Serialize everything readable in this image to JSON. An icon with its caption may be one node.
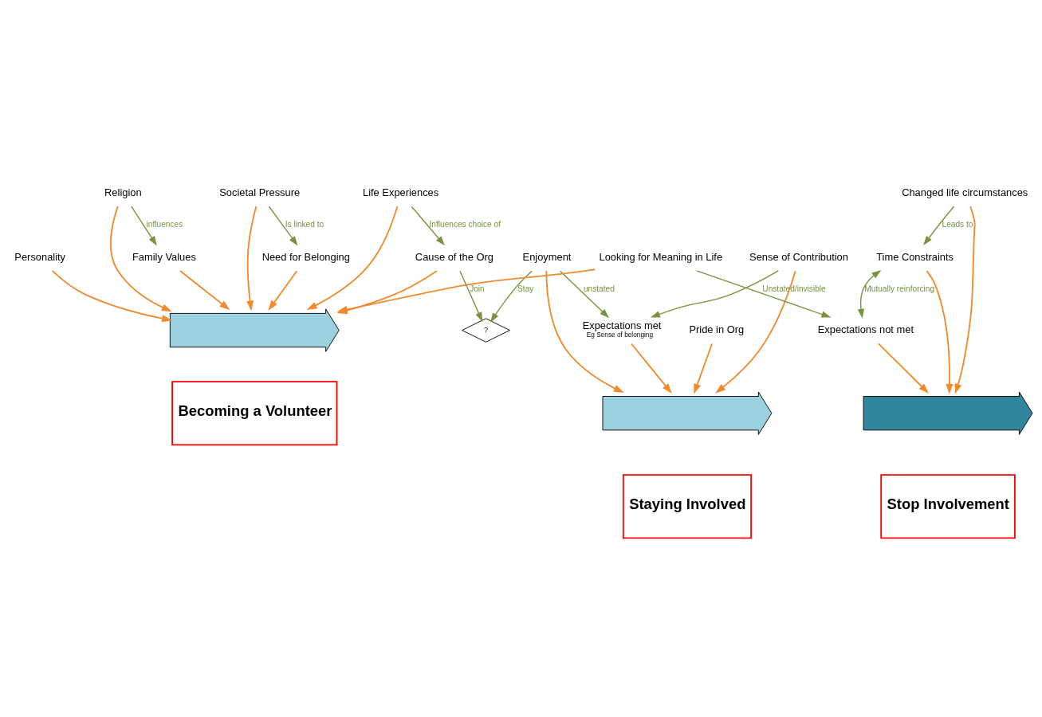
{
  "diagram": {
    "nodes": [
      {
        "text": [
          "Personality"
        ]
      },
      {
        "text": [
          "Societal Pressure"
        ]
      },
      {
        "text": [
          "Life Experiences"
        ]
      },
      {
        "text": [
          "Cause of the Org"
        ]
      },
      {
        "text": [
          "?"
        ]
      },
      {
        "text": [
          "Enjoyment"
        ]
      },
      {
        "text": [
          "Sense of Contribution"
        ]
      },
      {
        "text": [],
        "shape": "arrow"
      },
      {
        "text": [
          "Becoming a Volunteer"
        ]
      },
      {
        "text": [],
        "shape": "arrow"
      },
      {
        "text": [
          "Staying Involved"
        ]
      },
      {
        "text": [
          "Need for Belonging"
        ]
      },
      {
        "text": [
          "Pride in Org"
        ]
      },
      {
        "text": [
          "Expectations met"
        ],
        "beside": [
          "Eg Sense of belonging"
        ]
      },
      {
        "text": [
          "Looking for Meaning in Life"
        ]
      },
      {
        "text": [
          "Religion"
        ]
      },
      {
        "text": [
          "Family Values"
        ]
      },
      {
        "text": [],
        "shape": "arrow"
      },
      {
        "text": [
          "Time Constraints"
        ]
      },
      {
        "text": [
          "Expectations not met"
        ]
      },
      {
        "text": [
          "Changed life circumstances"
        ]
      },
      {
        "text": [
          "Stop Involvement"
        ]
      }
    ],
    "edges": [
      {
        "from": 0,
        "to": 7,
        "arrow": "to"
      },
      {
        "from": 1,
        "to": 7,
        "arrow": "to"
      },
      {
        "from": 2,
        "to": 7,
        "arrow": "to"
      },
      {
        "from": 3,
        "to": 7,
        "arrow": "to"
      },
      {
        "from": 11,
        "to": 7,
        "arrow": "to"
      },
      {
        "from": 16,
        "to": 7,
        "arrow": "to"
      },
      {
        "from": 15,
        "to": 7,
        "arrow": "to"
      },
      {
        "from": 14,
        "to": 7,
        "arrow": "to"
      },
      {
        "from": 5,
        "to": 9,
        "arrow": "to"
      },
      {
        "from": 6,
        "to": 9,
        "arrow": "to"
      },
      {
        "from": 12,
        "to": 9,
        "arrow": "to"
      },
      {
        "from": 13,
        "to": 9,
        "arrow": "to"
      },
      {
        "from": 18,
        "to": 17,
        "arrow": "to"
      },
      {
        "from": 19,
        "to": 17,
        "arrow": "to"
      },
      {
        "from": 20,
        "to": 17,
        "arrow": "to"
      },
      {
        "from": 1,
        "to": 11,
        "arrow": "to",
        "label": "Is linked to",
        "color": "#77933c"
      },
      {
        "from": 2,
        "to": 3,
        "arrow": "to",
        "label": "Influences choice of",
        "color": "#77933c"
      },
      {
        "from": 3,
        "to": 4,
        "arrow": "to",
        "label": "Join",
        "color": "#77933c"
      },
      {
        "from": 5,
        "to": 4,
        "arrow": "to",
        "label": "Stay",
        "color": "#77933c"
      },
      {
        "from": 5,
        "to": 13,
        "arrow": "to",
        "label": "unstated",
        "color": "#77933c"
      },
      {
        "from": 6,
        "to": 13,
        "arrow": "to",
        "color": "#77933c"
      },
      {
        "from": 14,
        "to": 19,
        "arrow": "to",
        "label": "Unstated/invisible",
        "color": "#77933c"
      },
      {
        "from": 15,
        "to": 16,
        "arrow": "to",
        "label": "influences",
        "color": "#77933c"
      },
      {
        "from": 18,
        "to": 19,
        "arrow": "both",
        "label": "Mutually reinforcing",
        "color": "#77933c"
      },
      {
        "from": 20,
        "to": 18,
        "arrow": "to",
        "label": "Leads to",
        "color": "#77933c"
      }
    ]
  }
}
